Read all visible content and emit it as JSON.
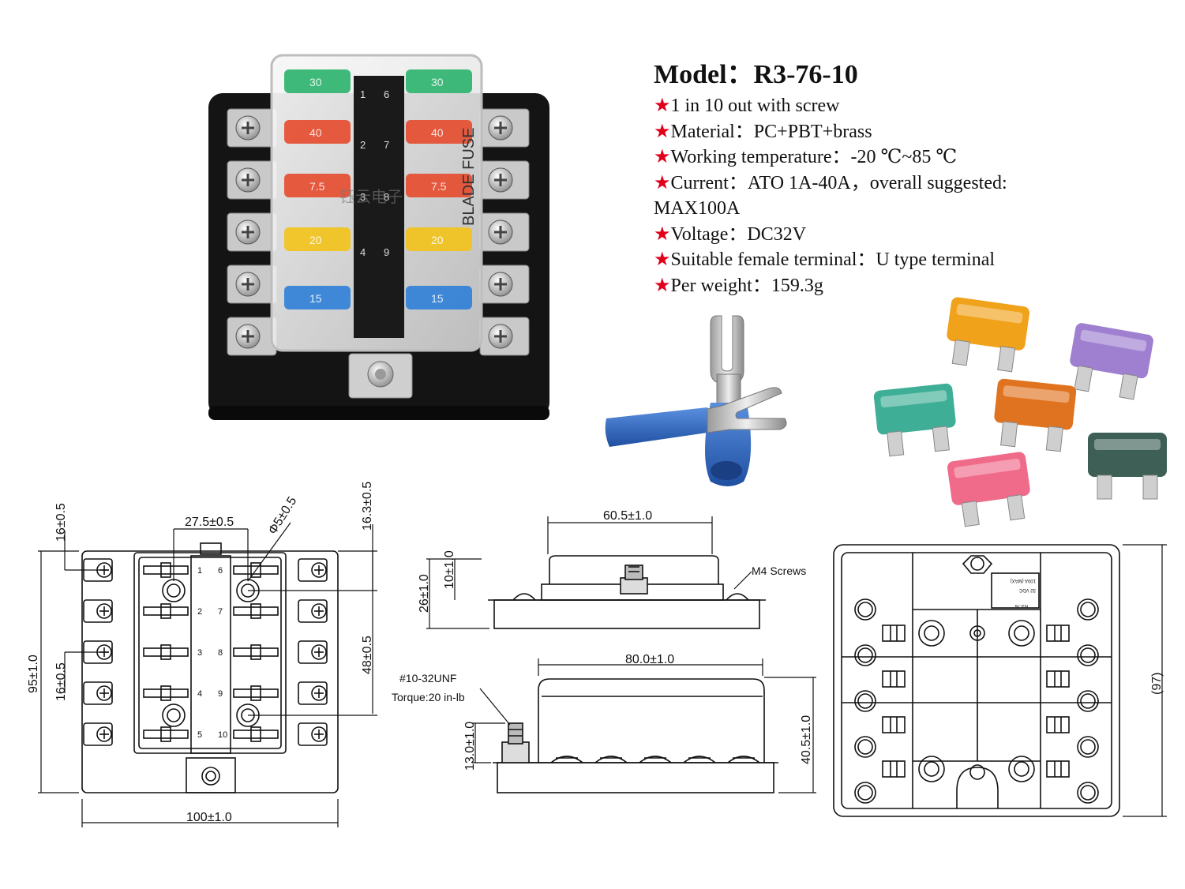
{
  "spec": {
    "model_label": "Model：",
    "model_value": "R3-76-10",
    "bullet": "★",
    "lines": [
      "1 in 10 out with screw",
      "Material：PC+PBT+brass",
      "Working temperature：-20 ℃~85 ℃",
      "Current：ATO 1A-40A，overall suggested:",
      "MAX100A",
      "Voltage：DC32V",
      "Suitable female terminal：U type terminal",
      "Per weight：159.3g"
    ],
    "bulleted": [
      true,
      true,
      true,
      true,
      false,
      true,
      true,
      true
    ]
  },
  "product_photo": {
    "label_vertical": "BLADE FUSE",
    "watermark": "钰云电子",
    "left_fuses": [
      "30",
      "40",
      "7.5",
      "20",
      "15"
    ],
    "right_fuses": [
      "30",
      "40",
      "7.5",
      "20",
      "15"
    ],
    "slot_numbers_left": [
      "1",
      "2",
      "3",
      "4"
    ],
    "slot_numbers_right": [
      "6",
      "7",
      "8",
      "9"
    ]
  },
  "top_view": {
    "dim_width": "100±1.0",
    "dim_height": "95±1.0",
    "dim_pitch_top": "16±0.5",
    "dim_pitch": "16±0.5",
    "dim_center": "27.5±0.5",
    "dim_hole": "Φ5±0.5",
    "dim_offset": "16.3±0.5",
    "dim_span": "48±0.5",
    "slots_left": [
      "1",
      "2",
      "3",
      "4",
      "5"
    ],
    "slots_right": [
      "6",
      "7",
      "8",
      "9",
      "10"
    ]
  },
  "side_view_1": {
    "dim_top": "60.5±1.0",
    "dim_height": "26±1.0",
    "dim_stud": "10±1.0",
    "callout": "M4 Screws"
  },
  "side_view_2": {
    "dim_top": "80.0±1.0",
    "dim_left": "13.0±1.0",
    "dim_right": "40.5±1.0",
    "thread": "#10-32UNF",
    "torque": "Torque:20 in-lb"
  },
  "bottom_view": {
    "dim_height": "(97)",
    "label_text": [
      "100A (MAX)",
      "32 VDC",
      "R3-76"
    ]
  },
  "colors": {
    "accent_star": "#e0001b",
    "line": "#111111",
    "fuse_green": "#2bb36b",
    "fuse_red": "#e64a2e",
    "fuse_yellow": "#f2c318",
    "fuse_blue": "#2f7fd8",
    "terminal_blue": "#2f6fc4"
  }
}
